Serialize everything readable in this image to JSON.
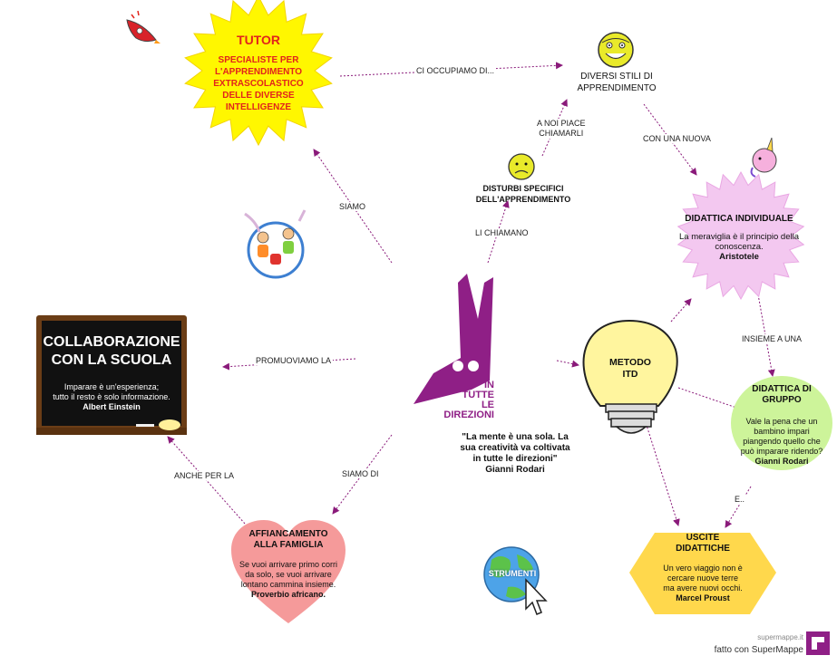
{
  "colors": {
    "edge": "#8a1a7a",
    "sun": "#fff700",
    "tutor_title": "#e2241b",
    "burst": "#f3c8f0",
    "green_blob": "#cdf49a",
    "heart": "#f59a9a",
    "hexagon": "#ffd84c",
    "bulb": "#fff59e",
    "logo": "#8f1f86",
    "chalkboard": "#111111",
    "frame": "#6b3d16"
  },
  "nodes": {
    "tutor": {
      "title": "TUTOR",
      "lines": [
        "SPECIALISTE PER",
        "L'APPRENDIMENTO",
        "EXTRASCOLASTICO",
        "DELLE DIVERSE",
        "INTELLIGENZE"
      ]
    },
    "stili": {
      "lines": [
        "DIVERSI STILI DI",
        "APPRENDIMENTO"
      ]
    },
    "disturbi": {
      "lines": [
        "DISTURBI SPECIFICI",
        "DELL'APPRENDIMENTO"
      ]
    },
    "didattica_individuale": {
      "title": "DIDATTICA INDIVIDUALE",
      "quote": [
        "La meraviglia è il principio della",
        "conoscenza."
      ],
      "author": "Aristotele"
    },
    "collaborazione": {
      "title": [
        "COLLABORAZIONE",
        "CON LA SCUOLA"
      ],
      "quote": [
        "Imparare è un'esperienza;",
        "tutto il resto è solo informazione."
      ],
      "author": "Albert Einstein"
    },
    "metodo": {
      "lines": [
        "METODO",
        "ITD"
      ]
    },
    "didattica_gruppo": {
      "title": [
        "DIDATTICA DI",
        "GRUPPO"
      ],
      "quote": [
        "Vale la pena che un",
        "bambino impari",
        "piangendo quello che",
        "può imparare ridendo?"
      ],
      "author": "Gianni Rodari"
    },
    "famiglia": {
      "title": [
        "AFFIANCAMENTO",
        "ALLA FAMIGLIA"
      ],
      "quote": [
        "Se vuoi arrivare primo corri",
        "da solo, se vuoi arrivare",
        "lontano cammina insieme."
      ],
      "author": "Proverbio africano."
    },
    "uscite": {
      "title": [
        "USCITE",
        "DIDATTICHE"
      ],
      "quote": [
        "Un vero viaggio non è",
        "cercare nuove terre",
        "ma avere nuovi occhi."
      ],
      "author": "Marcel Proust"
    },
    "center_quote": {
      "lines": [
        "\"La mente è una sola. La",
        "sua creatività va coltivata",
        "in tutte le direzioni\""
      ],
      "author": "Gianni Rodari"
    },
    "strumenti": {
      "label": "STRUMENTI"
    }
  },
  "logo": {
    "lines": [
      "IN",
      "TUTTE",
      "LE DIREZIONI"
    ]
  },
  "edges": {
    "ci_occupiamo": "CI OCCUPIAMO DI...",
    "a_noi_piace": [
      "A NOI PIACE",
      "CHIAMARLI"
    ],
    "con_una_nuova": "CON UNA NUOVA",
    "siamo": "SIAMO",
    "li_chiamano": "LI CHIAMANO",
    "insieme_a_una": "INSIEME A UNA",
    "promuoviamo": "PROMUOVIAMO LA",
    "siamo_di": "SIAMO DI",
    "anche_per_la": "ANCHE PER LA",
    "e": "E.."
  },
  "footer": {
    "site": "supermappe.it",
    "made_with": "fatto con SuperMappe"
  }
}
